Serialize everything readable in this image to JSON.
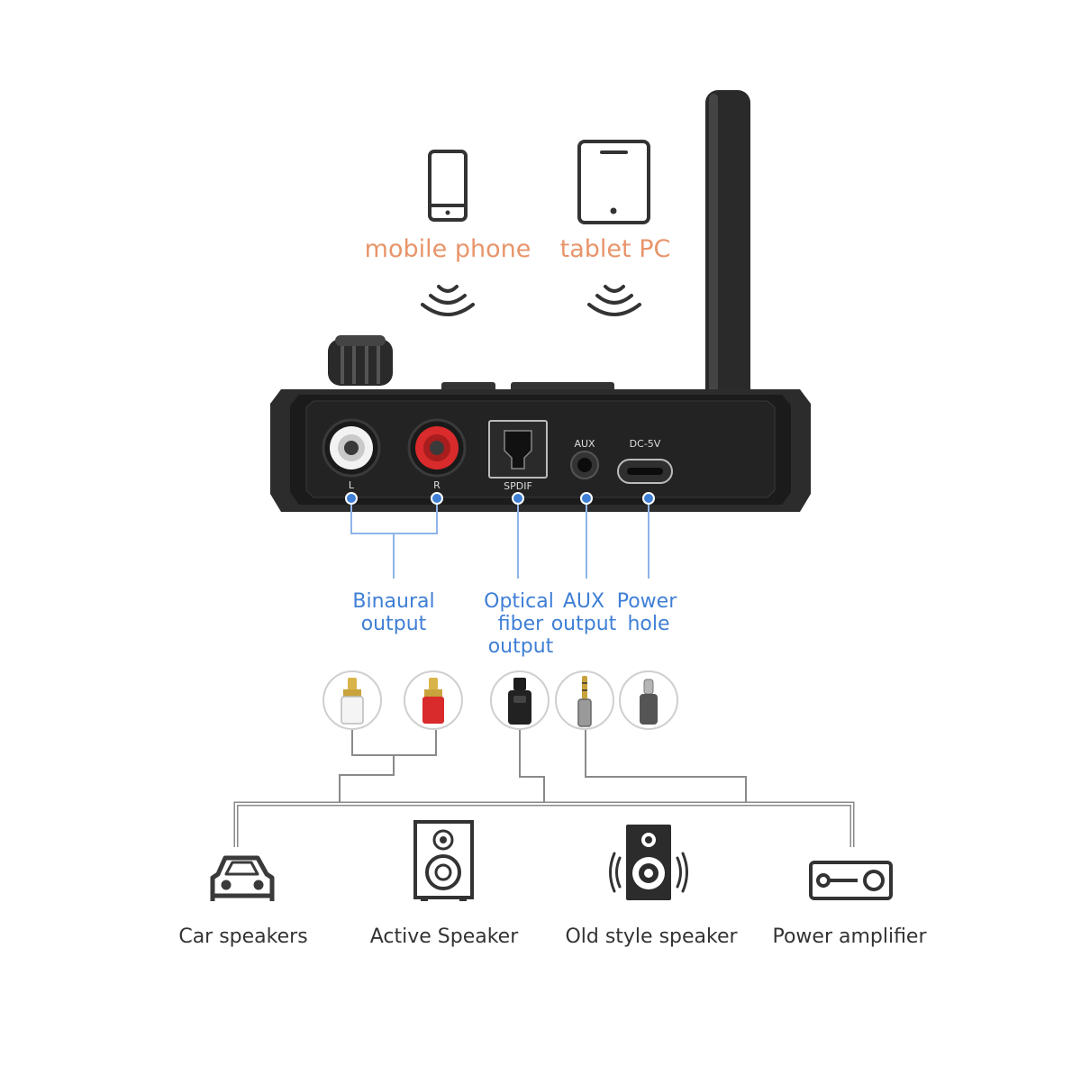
{
  "colors": {
    "accent_orange": "#E8956B",
    "label_blue": "#3F7FD6",
    "line_blue": "#8FB4E8",
    "device_dark": "#2B2B2B",
    "rca_red": "#D92B2B",
    "icon_dark": "#333333"
  },
  "sources": [
    {
      "label": "mobile phone",
      "icon": "smartphone-icon"
    },
    {
      "label": "tablet PC",
      "icon": "tablet-icon"
    }
  ],
  "device": {
    "ports": {
      "left": "L",
      "right": "R",
      "spdif": "SPDIF",
      "aux": "AUX",
      "dc": "DC-5V"
    }
  },
  "port_groups": [
    {
      "lines": [
        "Binaural",
        "output"
      ]
    },
    {
      "lines": [
        "Optical",
        "fiber",
        "output"
      ]
    },
    {
      "lines": [
        "AUX",
        "output"
      ]
    },
    {
      "lines": [
        "Power",
        "hole"
      ]
    }
  ],
  "connectors": [
    {
      "icon": "rca-white-plug-icon"
    },
    {
      "icon": "rca-red-plug-icon"
    },
    {
      "icon": "optical-plug-icon"
    },
    {
      "icon": "aux-jack-plug-icon"
    },
    {
      "icon": "usb-c-plug-icon"
    }
  ],
  "outputs": [
    {
      "label": "Car speakers",
      "icon": "car-icon"
    },
    {
      "label": "Active Speaker",
      "icon": "bookshelf-speaker-icon"
    },
    {
      "label": "Old style speaker",
      "icon": "loudspeaker-icon"
    },
    {
      "label": "Power amplifier",
      "icon": "amplifier-icon"
    }
  ]
}
